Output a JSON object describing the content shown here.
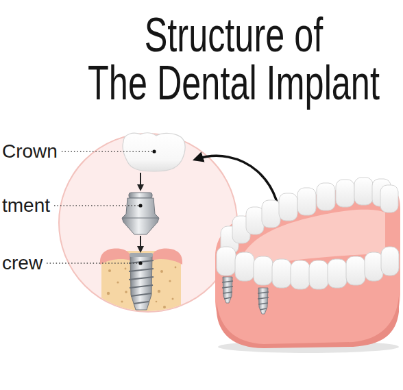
{
  "diagram": {
    "title": "Structure of The Dental Implant",
    "labels": [
      "Crown",
      "tment",
      "crew"
    ]
  }
}
